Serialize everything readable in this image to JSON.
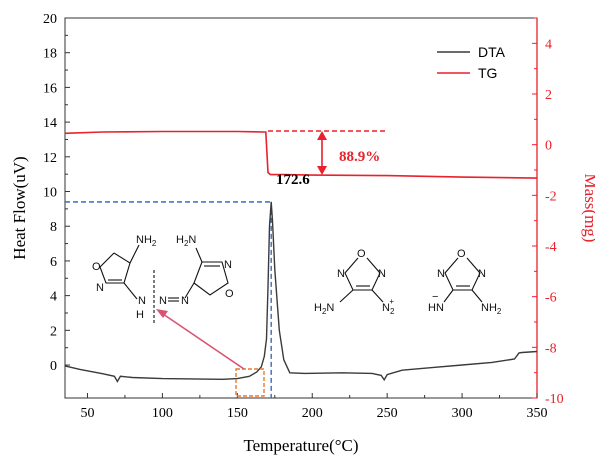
{
  "chart_data": {
    "type": "line",
    "xlabel": "Temperature(°C)",
    "ylabel": "Heat Flow(uV)",
    "y2label": "Mass(mg)",
    "xlim": [
      35,
      350
    ],
    "ylim": [
      -1.9,
      20
    ],
    "y2lim": [
      -10,
      5
    ],
    "x_ticks": [
      50,
      100,
      150,
      200,
      250,
      300,
      350
    ],
    "y_ticks": [
      0,
      2,
      4,
      6,
      8,
      10,
      12,
      14,
      16,
      18,
      20
    ],
    "y2_ticks": [
      -10,
      -8,
      -6,
      -4,
      -2,
      0,
      2,
      4
    ],
    "grid": false,
    "legend_position": "top-right",
    "colors": {
      "DTA": "#3a3a3a",
      "TG": "#e8212b",
      "peak_guide": "#2f5db5",
      "highlight": "#e87a2f",
      "arrow": "#d9536f"
    },
    "series": [
      {
        "name": "DTA",
        "axis": "left",
        "x": [
          35,
          45,
          60,
          68,
          70,
          72,
          80,
          100,
          120,
          140,
          150,
          158,
          163,
          166,
          168,
          169.5,
          170.5,
          171.5,
          172.6,
          173.5,
          175,
          178,
          181,
          185,
          195,
          220,
          240,
          246,
          248,
          250,
          260,
          280,
          300,
          320,
          335,
          338,
          340,
          350
        ],
        "y": [
          -0.05,
          -0.25,
          -0.5,
          -0.65,
          -0.95,
          -0.65,
          -0.72,
          -0.78,
          -0.8,
          -0.82,
          -0.78,
          -0.65,
          -0.4,
          -0.1,
          0.5,
          1.5,
          4.5,
          8.0,
          9.4,
          8.3,
          5.5,
          2.0,
          0.3,
          -0.45,
          -0.48,
          -0.45,
          -0.48,
          -0.6,
          -0.85,
          -0.55,
          -0.3,
          -0.15,
          0.0,
          0.15,
          0.35,
          0.7,
          0.72,
          0.78
        ]
      },
      {
        "name": "TG",
        "axis": "right",
        "x": [
          35,
          60,
          100,
          150,
          168,
          169,
          170.5,
          172,
          180,
          200,
          250,
          300,
          350
        ],
        "y": [
          0.45,
          0.5,
          0.52,
          0.52,
          0.5,
          0.5,
          -1.1,
          -1.18,
          -1.18,
          -1.2,
          -1.22,
          -1.28,
          -1.32
        ]
      }
    ],
    "annotations": {
      "peak_label": "172.6",
      "peak_x": 172.6,
      "peak_y": 9.4,
      "mass_loss_label": "88.9%"
    }
  },
  "structures": {
    "left_molecule": {
      "nh2_a": "NH",
      "nh2_b": "2",
      "h2n_a": "H",
      "h2n_b": "2",
      "h2n_c": "N",
      "o_left": "O",
      "n_left": "N",
      "nh_h": "H",
      "nh_n": "N",
      "o_right": "O",
      "n_right": "N",
      "azo_n1": "N",
      "azo_n2": "N"
    },
    "right_molecule_1": {
      "o": "O",
      "n1": "N",
      "n2": "N",
      "h2n_a": "H",
      "h2n_b": "2",
      "h2n_c": "N",
      "diazo_n": "N",
      "diazo_sub": "2",
      "diazo_sup": "+"
    },
    "right_molecule_2": {
      "o": "O",
      "n1": "N",
      "n2": "N",
      "hn": "HN",
      "minus": "−",
      "nh2_a": "NH",
      "nh2_b": "2"
    }
  }
}
